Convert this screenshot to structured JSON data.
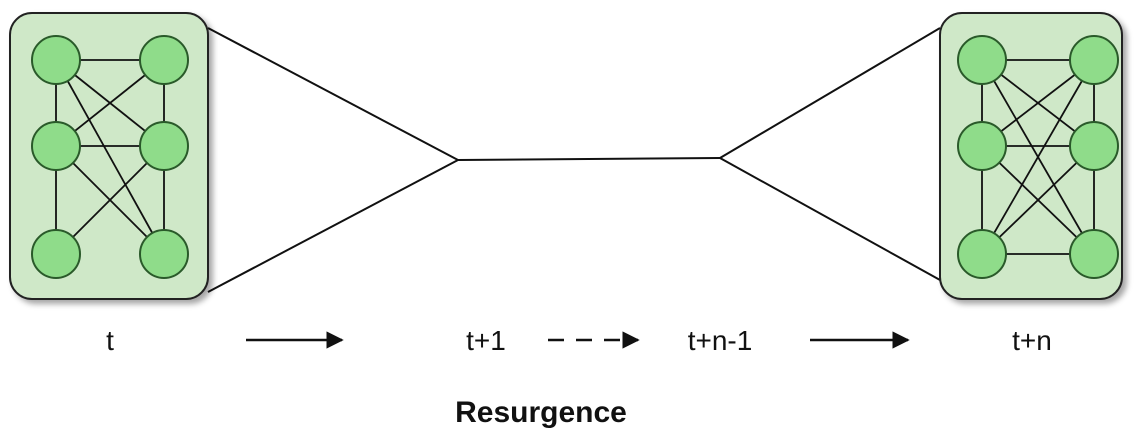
{
  "colors": {
    "panel_fill": "#cfe8c8",
    "panel_stroke": "#222222",
    "node_fill": "#8fdc8a",
    "node_stroke": "#2a5a2a",
    "edge_stroke": "#111111",
    "text": "#111111"
  },
  "diagram": {
    "time_labels": {
      "t": "t",
      "t1": "t+1",
      "tn1": "t+n-1",
      "tn": "t+n"
    },
    "caption": "Resurgence"
  },
  "networks": {
    "left": {
      "nodes": [
        "n1",
        "n2",
        "n3",
        "n4",
        "n5",
        "n6"
      ],
      "edges": [
        [
          "n1",
          "n2"
        ],
        [
          "n1",
          "n3"
        ],
        [
          "n1",
          "n4"
        ],
        [
          "n1",
          "n6"
        ],
        [
          "n2",
          "n3"
        ],
        [
          "n2",
          "n4"
        ],
        [
          "n3",
          "n4"
        ],
        [
          "n3",
          "n5"
        ],
        [
          "n3",
          "n6"
        ],
        [
          "n4",
          "n5"
        ],
        [
          "n4",
          "n6"
        ]
      ]
    },
    "right": {
      "nodes": [
        "n1",
        "n2",
        "n3",
        "n4",
        "n5",
        "n6"
      ],
      "edges": [
        [
          "n1",
          "n2"
        ],
        [
          "n1",
          "n3"
        ],
        [
          "n1",
          "n4"
        ],
        [
          "n1",
          "n6"
        ],
        [
          "n2",
          "n3"
        ],
        [
          "n2",
          "n4"
        ],
        [
          "n2",
          "n5"
        ],
        [
          "n3",
          "n4"
        ],
        [
          "n3",
          "n5"
        ],
        [
          "n3",
          "n6"
        ],
        [
          "n4",
          "n5"
        ],
        [
          "n4",
          "n6"
        ],
        [
          "n5",
          "n6"
        ]
      ]
    }
  }
}
